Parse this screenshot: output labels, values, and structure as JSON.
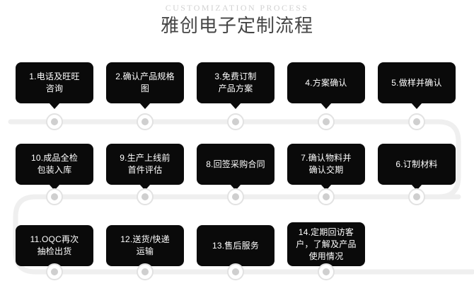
{
  "header": {
    "subtitle": "CUSTOMIZATION PROCESS",
    "title": "雅创电子定制流程"
  },
  "colors": {
    "box_fill": "#0a0a0a",
    "box_text": "#ffffff",
    "line": "#efefef",
    "node_ring": "#e2e2e2",
    "node_dot": "#cfcfcf",
    "title_text": "#454545",
    "subtitle_text": "#d2d2d2",
    "background": "#ffffff"
  },
  "flow": {
    "rows": [
      {
        "direction": "left-to-right",
        "steps": [
          {
            "number": "1",
            "text": "1.电话及旺旺\n咨询"
          },
          {
            "number": "2",
            "text": "2.确认产品规格\n图"
          },
          {
            "number": "3",
            "text": "3.免费订制\n产品方案"
          },
          {
            "number": "4",
            "text": "4.方案确认"
          },
          {
            "number": "5",
            "text": "5.做样并确认"
          }
        ]
      },
      {
        "direction": "right-to-left",
        "steps": [
          {
            "number": "10",
            "text": "10.成品全检\n包装入库"
          },
          {
            "number": "9",
            "text": "9.生产上线前\n首件评估"
          },
          {
            "number": "8",
            "text": "8.回签采购合同"
          },
          {
            "number": "7",
            "text": "7.确认物料并\n确认交期"
          },
          {
            "number": "6",
            "text": "6.订制材料"
          }
        ]
      },
      {
        "direction": "left-to-right",
        "steps": [
          {
            "number": "11",
            "text": "11.OQC再次\n抽检出货"
          },
          {
            "number": "12",
            "text": "12.送货/快递\n运输"
          },
          {
            "number": "13",
            "text": "13.售后服务"
          },
          {
            "number": "14",
            "text": "14.定期回访客\n户，了解及产品\n使用情况"
          }
        ]
      }
    ]
  }
}
